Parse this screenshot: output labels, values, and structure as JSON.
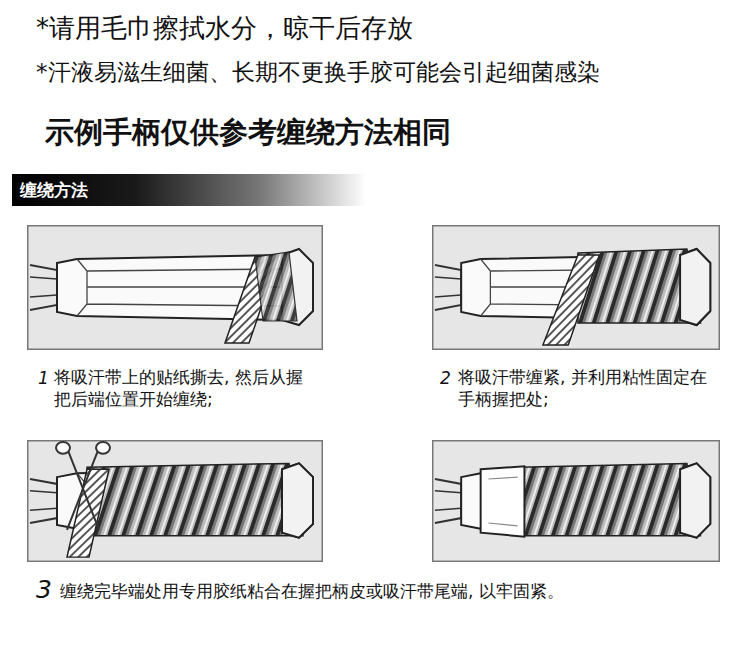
{
  "diagram": {
    "title": "示例手柄仅供参考缠绕方法相同",
    "nodes": [
      {
        "text": [
          "缠绕方法"
        ]
      }
    ],
    "labels": [
      "*请用毛巾擦拭水分，晾干后存放",
      "*汗液易滋生细菌、长期不更换手胶可能会引起细菌感染",
      "1",
      "将吸汗带上的贴纸撕去, 然后从握把后端位置开始缠绕;",
      "2",
      "将吸汗带缠紧, 并利用粘性固定在手柄握把处;",
      "3",
      "缠绕完毕端处用专用胶纸粘合在握把柄皮或吸汗带尾端, 以牢固紧。"
    ]
  }
}
